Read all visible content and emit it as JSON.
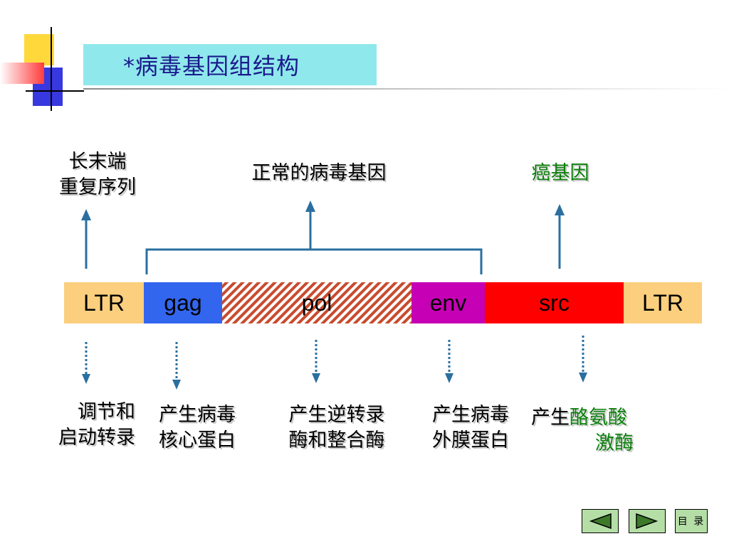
{
  "title": "*病毒基因组结构",
  "top_labels": {
    "ltr_label": [
      "长末端",
      "重复序列"
    ],
    "normal_genes": "正常的病毒基因",
    "oncogene": "癌基因"
  },
  "segments": [
    {
      "id": "ltr-left",
      "text": "LTR",
      "color": "#fbcf7e"
    },
    {
      "id": "gag",
      "text": "gag",
      "color": "#3366ee"
    },
    {
      "id": "pol",
      "text": "pol",
      "color": "#c84b2e"
    },
    {
      "id": "env",
      "text": "env",
      "color": "#c600b4"
    },
    {
      "id": "src",
      "text": "src",
      "color": "#ff0000"
    },
    {
      "id": "ltr-right",
      "text": "LTR",
      "color": "#fbcf7e"
    }
  ],
  "functions": {
    "ltr": [
      "调节和",
      "启动转录"
    ],
    "gag": [
      "产生病毒",
      "核心蛋白"
    ],
    "pol": [
      "产生逆转录",
      "酶和整合酶"
    ],
    "env": [
      "产生病毒",
      "外膜蛋白"
    ],
    "src_prefix": "产生",
    "src_green_1": "酪氨酸",
    "src_green_2": "激酶"
  },
  "nav": {
    "prev_icon": "triangle-left-icon",
    "next_icon": "triangle-right-icon",
    "menu_label": "目 录"
  },
  "colors": {
    "arrow": "#2a6fa0",
    "title_bg": "#8fe8ec",
    "title_text": "#1a1a8c",
    "green_text": "#0a7f0a",
    "nav_bg": "#b5dea7"
  }
}
